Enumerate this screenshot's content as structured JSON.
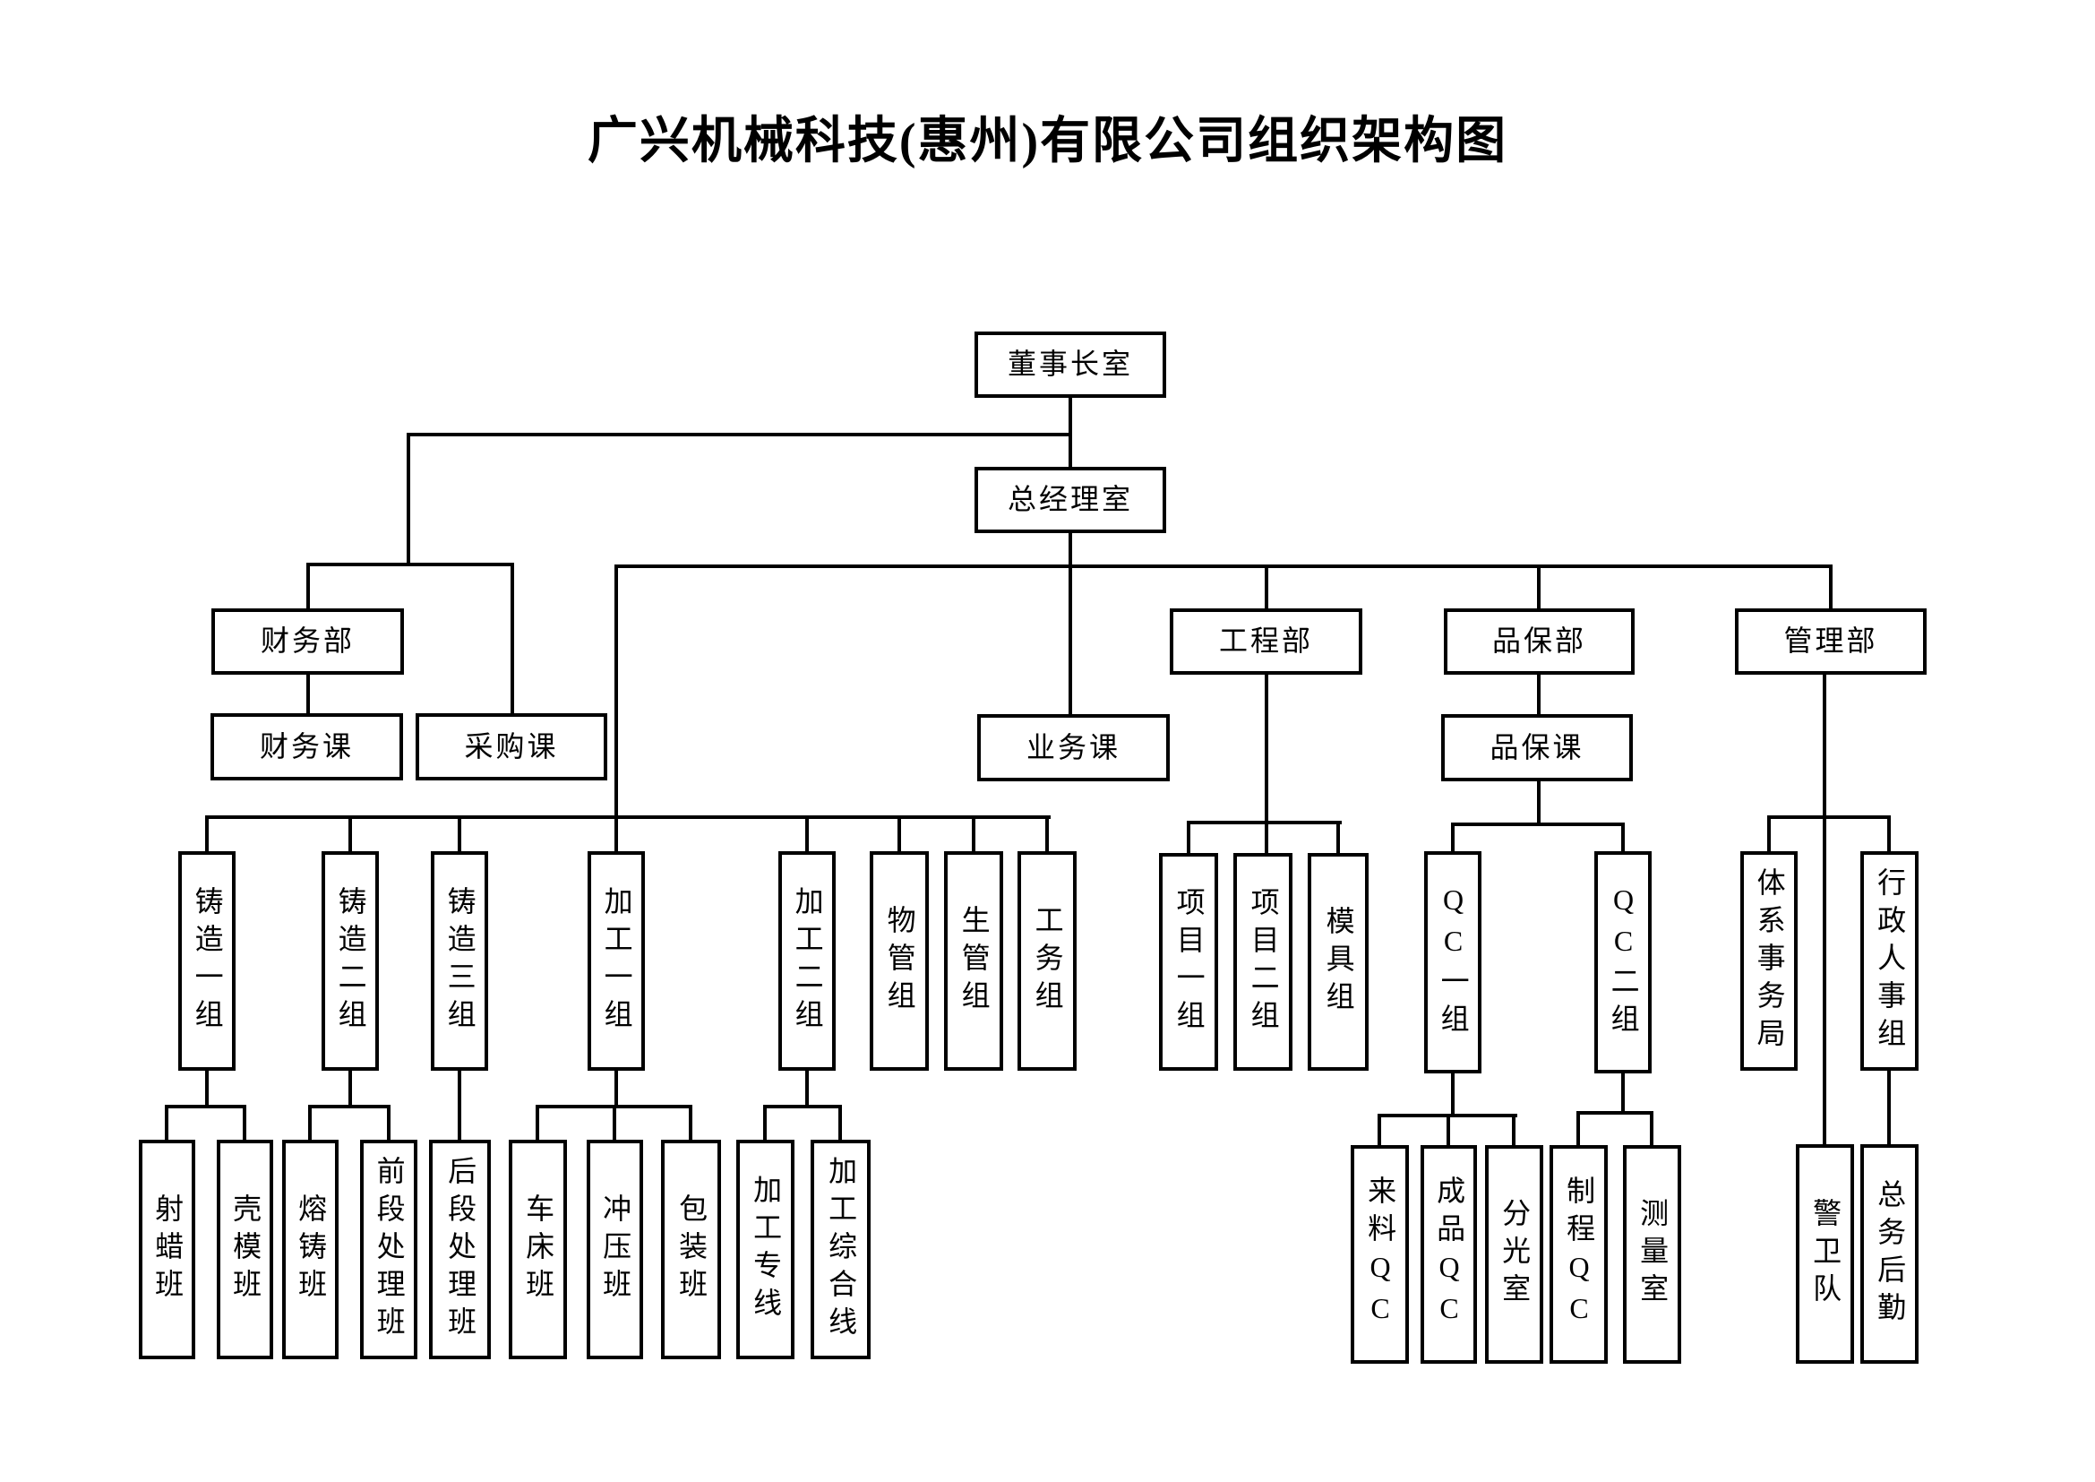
{
  "title": "广兴机械科技(惠州)有限公司组织架构图",
  "nodes": {
    "chairman_office": "董事长室",
    "gm_office": "总经理室",
    "finance_dept": "财务部",
    "finance_section": "财务课",
    "purchasing_section": "采购课",
    "business_section": "业务课",
    "engineering_dept": "工程部",
    "qa_dept": "品保部",
    "qa_section": "品保课",
    "admin_dept": "管理部",
    "casting_group_1": "铸造一组",
    "casting_group_2": "铸造二组",
    "casting_group_3": "铸造三组",
    "machining_group_1": "加工一组",
    "machining_group_2": "加工二组",
    "material_mgmt_group": "物管组",
    "production_mgmt_group": "生管组",
    "utility_group": "工务组",
    "project_group_1": "项目一组",
    "project_group_2": "项目二组",
    "mold_group": "模具组",
    "qc_group_1": "QC一组",
    "qc_group_2": "QC二组",
    "system_affairs_bureau": "体系事务局",
    "hr_admin_group": "行政人事组",
    "wax_injection_class": "射蜡班",
    "shell_mold_class": "壳模班",
    "melting_casting_class": "熔铸班",
    "front_processing_class": "前段处理班",
    "rear_processing_class": "后段处理班",
    "lathe_class": "车床班",
    "stamping_class": "冲压班",
    "packing_class": "包装班",
    "machining_line": "加工专线",
    "machining_composite_line": "加工综合线",
    "incoming_qc": "来料QC",
    "finished_qc": "成品QC",
    "spectrometry_room": "分光室",
    "process_qc": "制程QC",
    "measurement_room": "测量室",
    "security_team": "警卫队",
    "general_affairs_logistics": "总务后勤"
  },
  "org_tree": {
    "label": "董事长室",
    "children": [
      {
        "label": "财务部",
        "children": [
          {
            "label": "财务课"
          }
        ]
      },
      {
        "label": "采购课"
      },
      {
        "label": "总经理室",
        "children": [
          {
            "label": "铸造一组",
            "children": [
              {
                "label": "射蜡班"
              },
              {
                "label": "壳模班"
              }
            ]
          },
          {
            "label": "铸造二组",
            "children": [
              {
                "label": "熔铸班"
              },
              {
                "label": "前段处理班"
              }
            ]
          },
          {
            "label": "铸造三组",
            "children": [
              {
                "label": "后段处理班"
              }
            ]
          },
          {
            "label": "加工一组",
            "children": [
              {
                "label": "车床班"
              },
              {
                "label": "冲压班"
              },
              {
                "label": "包装班"
              }
            ]
          },
          {
            "label": "加工二组",
            "children": [
              {
                "label": "加工专线"
              },
              {
                "label": "加工综合线"
              }
            ]
          },
          {
            "label": "物管组"
          },
          {
            "label": "生管组"
          },
          {
            "label": "工务组"
          },
          {
            "label": "业务课"
          },
          {
            "label": "工程部",
            "children": [
              {
                "label": "项目一组"
              },
              {
                "label": "项目二组"
              },
              {
                "label": "模具组"
              }
            ]
          },
          {
            "label": "品保部",
            "children": [
              {
                "label": "品保课",
                "children": [
                  {
                    "label": "QC一组",
                    "children": [
                      {
                        "label": "来料QC"
                      },
                      {
                        "label": "成品QC"
                      },
                      {
                        "label": "分光室"
                      }
                    ]
                  },
                  {
                    "label": "QC二组",
                    "children": [
                      {
                        "label": "制程QC"
                      },
                      {
                        "label": "测量室"
                      }
                    ]
                  }
                ]
              }
            ]
          },
          {
            "label": "管理部",
            "children": [
              {
                "label": "体系事务局"
              },
              {
                "label": "行政人事组",
                "children": [
                  {
                    "label": "总务后勤"
                  }
                ]
              },
              {
                "label": "警卫队"
              }
            ]
          }
        ]
      }
    ]
  }
}
